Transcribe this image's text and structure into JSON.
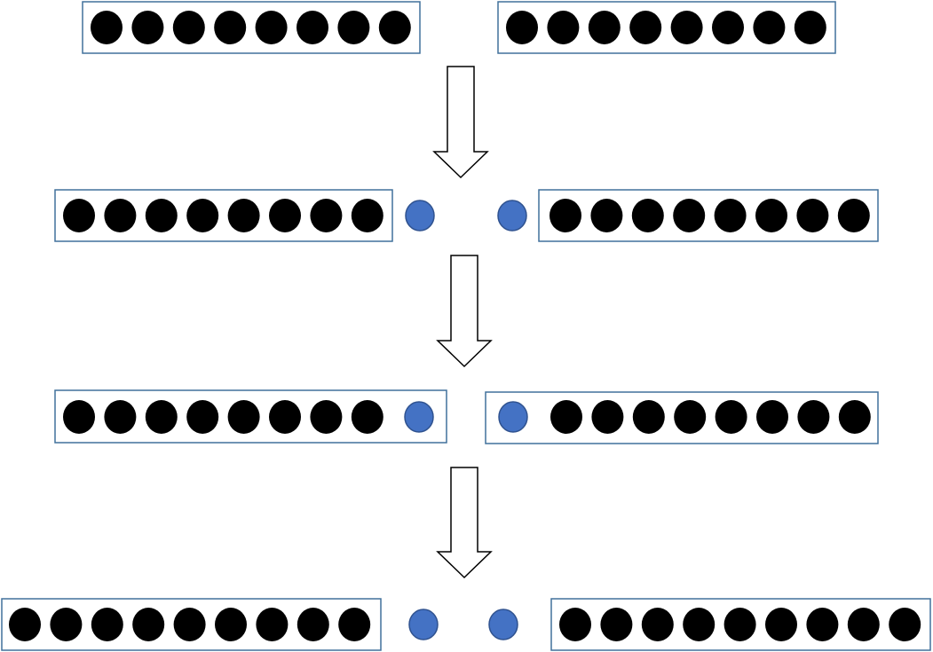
{
  "diagram": {
    "colors": {
      "background": "#ffffff",
      "black_dot": "#000000",
      "blue_dot": "#4472c4",
      "blue_dot_stroke": "#2f528f",
      "box_stroke": "#41719c",
      "arrow_fill": "#ffffff",
      "arrow_stroke": "#000000"
    },
    "stages": [
      {
        "left_group": {
          "black_dots": 8,
          "blue_dot_inside": false
        },
        "right_group": {
          "black_dots": 8,
          "blue_dot_inside": false
        },
        "loose_blue_dots": 0
      },
      {
        "left_group": {
          "black_dots": 8,
          "blue_dot_inside": false
        },
        "right_group": {
          "black_dots": 8,
          "blue_dot_inside": false
        },
        "loose_blue_dots": 2
      },
      {
        "left_group": {
          "black_dots": 8,
          "blue_dot_inside": true
        },
        "right_group": {
          "black_dots": 8,
          "blue_dot_inside": true
        },
        "loose_blue_dots": 0
      },
      {
        "left_group": {
          "black_dots": 9,
          "blue_dot_inside": false
        },
        "right_group": {
          "black_dots": 9,
          "blue_dot_inside": false
        },
        "loose_blue_dots": 2
      }
    ],
    "arrows": [
      {
        "from_stage": 1,
        "to_stage": 2,
        "direction": "down",
        "icon": "down-arrow-icon"
      },
      {
        "from_stage": 2,
        "to_stage": 3,
        "direction": "down",
        "icon": "down-arrow-icon"
      },
      {
        "from_stage": 3,
        "to_stage": 4,
        "direction": "down",
        "icon": "down-arrow-icon"
      }
    ]
  }
}
